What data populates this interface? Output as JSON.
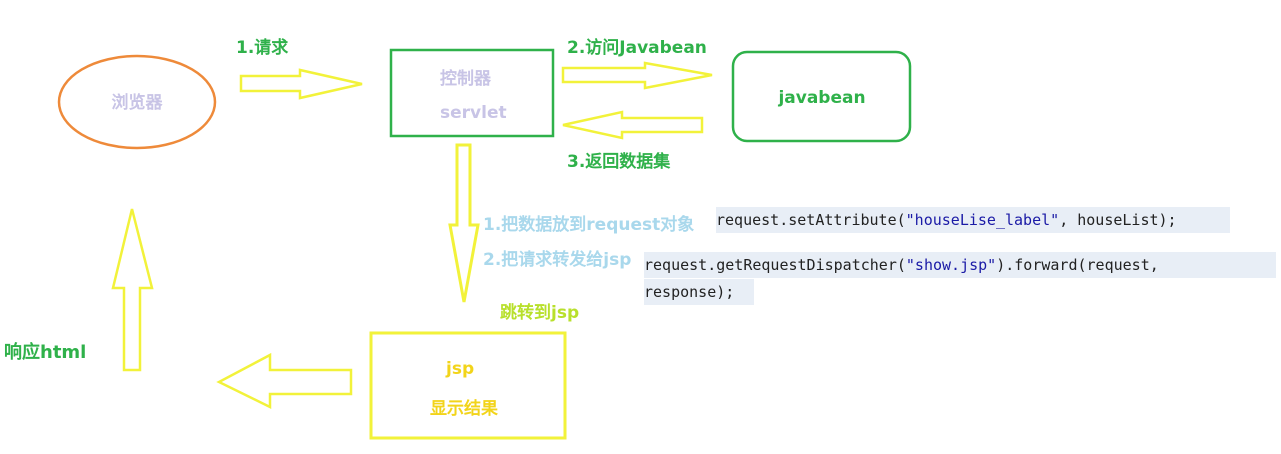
{
  "nodes": {
    "browser": "浏览器",
    "controller_line1": "控制器",
    "controller_line2": "servlet",
    "javabean": "javabean",
    "jsp_line1": "jsp",
    "jsp_line2": "显示结果"
  },
  "edges": {
    "request": "1.请求",
    "access_javabean": "2.访问Javabean",
    "return_dataset": "3.返回数据集",
    "put_data": "1.把数据放到request对象",
    "forward_jsp": "2.把请求转发给jsp",
    "jump_jsp": "跳转到jsp",
    "respond_html": "响应html"
  },
  "code": {
    "line1_a": "request.setAttribute(",
    "line1_str": "\"houseLise_label\"",
    "line1_b": ", houseList);",
    "line2_a": "request.getRequestDispatcher(",
    "line2_str": "\"show.jsp\"",
    "line2_b": ").forward(request,",
    "line3": "response);"
  },
  "colors": {
    "green": "#2fb14a",
    "orange": "#ee8a3a",
    "yellow": "#f2f23a",
    "lavender": "#c8c4e6",
    "lightblue": "#a9d8ec",
    "lime": "#b8e02c"
  }
}
